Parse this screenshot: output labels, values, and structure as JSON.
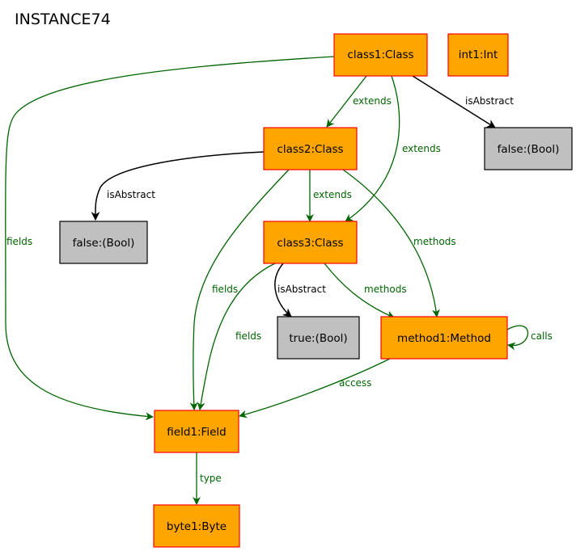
{
  "title": "INSTANCE74",
  "colors": {
    "object_fill": "#ffa500",
    "object_border": "#ff0000",
    "value_fill": "#c0c0c0",
    "value_border": "#000000",
    "relation_edge": "#006400",
    "attribute_edge": "#000000"
  },
  "nodes": {
    "class1": "class1:Class",
    "int1": "int1:Int",
    "false1": "false:(Bool)",
    "class2": "class2:Class",
    "false2": "false:(Bool)",
    "class3": "class3:Class",
    "true1": "true:(Bool)",
    "method1": "method1:Method",
    "field1": "field1:Field",
    "byte1": "byte1:Byte"
  },
  "edges": {
    "class1_extends_class2": "extends",
    "class1_extends_class3": "extends",
    "class1_isAbstract": "isAbstract",
    "class1_fields": "fields",
    "class2_isAbstract": "isAbstract",
    "class2_extends_class3": "extends",
    "class2_fields": "fields",
    "class2_methods": "methods",
    "class3_isAbstract": "isAbstract",
    "class3_fields": "fields",
    "class3_methods": "methods",
    "method1_calls": "calls",
    "method1_access": "access",
    "field1_type": "type"
  }
}
